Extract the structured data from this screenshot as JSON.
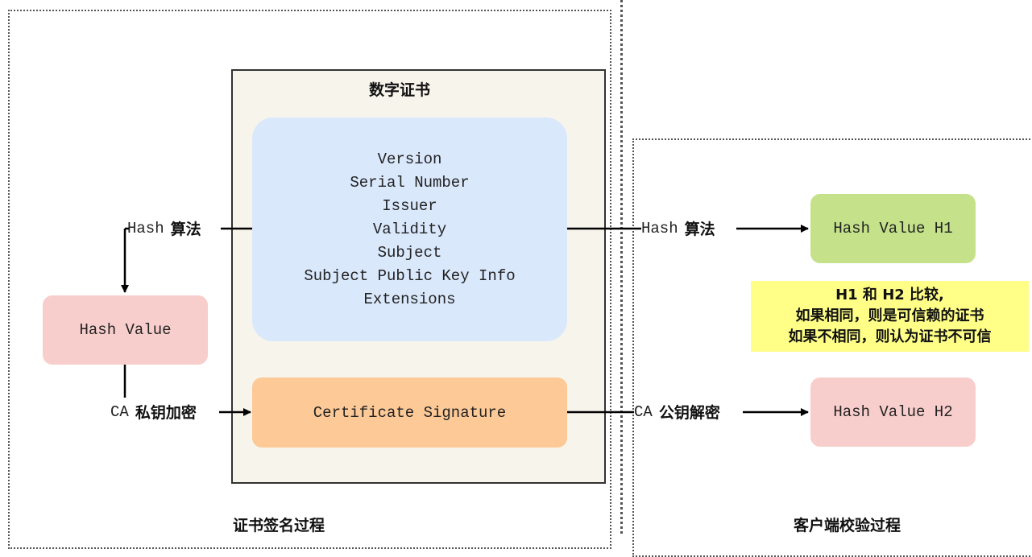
{
  "certificate": {
    "title": "数字证书",
    "fields": [
      "Version",
      "Serial Number",
      "Issuer",
      "Validity",
      "Subject",
      "Subject Public Key Info",
      "Extensions"
    ],
    "signature": "Certificate Signature"
  },
  "left": {
    "hash_label_prefix": "Hash",
    "hash_label_cn": "算法",
    "hash_value": "Hash Value",
    "ca_prefix": "CA",
    "ca_cn": "私钥加密",
    "section_title": "证书签名过程"
  },
  "right": {
    "hash_label_prefix": "Hash",
    "hash_label_cn": "算法",
    "hash_h1": "Hash Value H1",
    "ca_prefix": "CA",
    "ca_cn": "公钥解密",
    "hash_h2": "Hash Value H2",
    "compare_line1": "H1 和 H2 比较,",
    "compare_line2": "如果相同，则是可信赖的证书",
    "compare_line3": "如果不相同，则认为证书不可信",
    "section_title": "客户端校验过程"
  }
}
